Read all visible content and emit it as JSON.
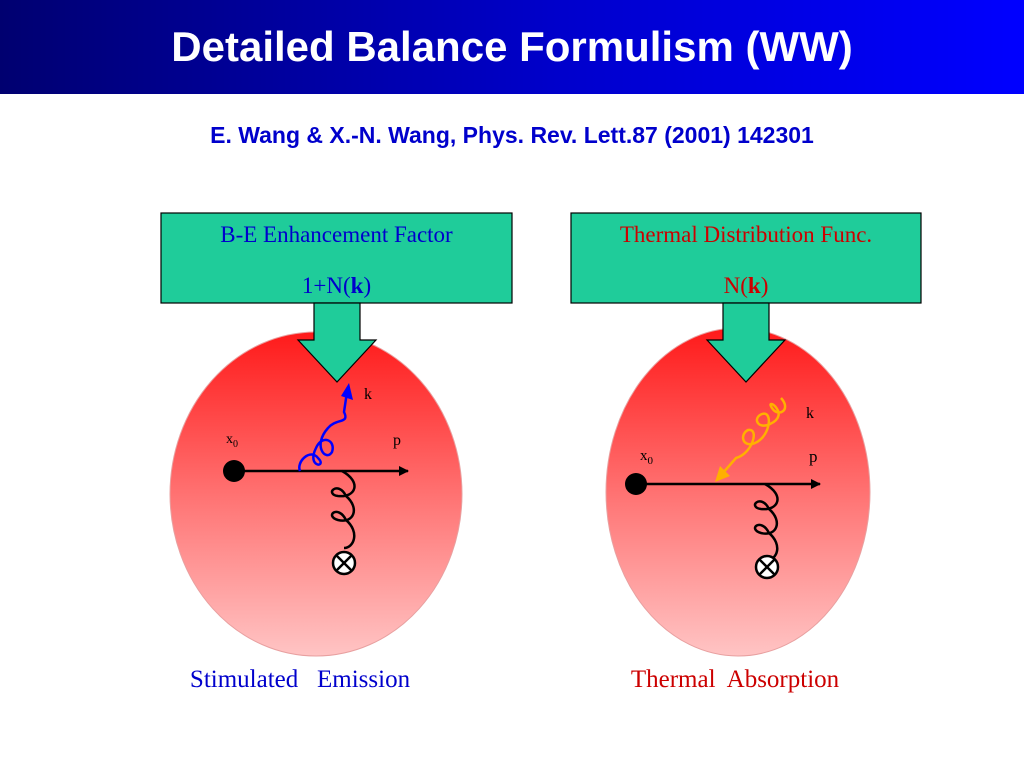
{
  "slide": {
    "title": "Detailed Balance Formulism (WW)",
    "citation": "E. Wang & X.-N. Wang, Phys. Rev. Lett.87 (2001) 142301"
  },
  "left_panel": {
    "box_line1": "B-E Enhancement Factor",
    "box_line2_prefix": "1+N(",
    "box_line2_bold": "k",
    "box_line2_suffix": ")",
    "label_x0": "x",
    "label_x0_sub": "0",
    "label_p": "p",
    "label_k": "k",
    "caption": "Stimulated   Emission",
    "text_color": "#0000cc"
  },
  "right_panel": {
    "box_line1": "Thermal Distribution Func.",
    "box_line2_prefix": "N(",
    "box_line2_bold": "k",
    "box_line2_suffix": ")",
    "label_x0": "x",
    "label_x0_sub": "0",
    "label_p": "p",
    "label_k": "k",
    "caption": "Thermal  Absorption",
    "text_color": "#cc0000"
  },
  "colors": {
    "box_fill": "#1fcc9a",
    "ellipse_top": "#ff1a1a",
    "ellipse_bottom": "#ffc4c4",
    "gluon_left": "#0000ff",
    "gluon_right": "#ffb000"
  }
}
